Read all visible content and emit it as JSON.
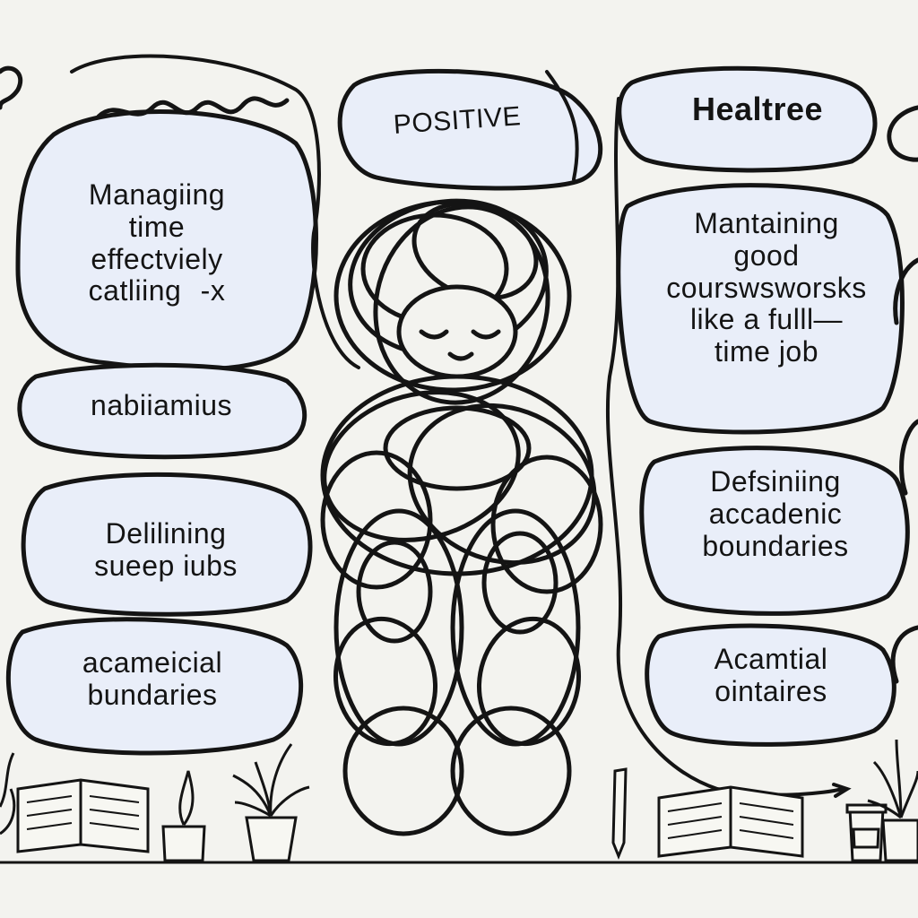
{
  "colors": {
    "background": "#f3f3ef",
    "bubble_fill": "#e9eef9",
    "ink": "#141414"
  },
  "bubbles": {
    "positive": {
      "text": "POSITIVE"
    },
    "healtree": {
      "text": "Healtree"
    },
    "managing": {
      "lines": [
        "Managiing",
        "time",
        "effectviely",
        "catliing"
      ],
      "scribble": "-x"
    },
    "nabiiamius": {
      "text": "nabiiamius"
    },
    "delilining": {
      "lines": [
        "Delilining",
        "sueep iubs"
      ]
    },
    "acameicial": {
      "lines": [
        "acameicial",
        "bundaries"
      ]
    },
    "mantaining": {
      "lines": [
        "Mantaining",
        "good",
        "courswsworsks",
        "like a fulll—",
        "time job"
      ]
    },
    "defsiniing": {
      "lines": [
        "Defsiniing",
        "accadenic",
        "boundaries"
      ]
    },
    "acamtial": {
      "lines": [
        "Acamtial",
        "ointaires"
      ]
    }
  },
  "figure": {
    "icon": "scribble-person-icon",
    "expression": "calm-closed-eyes"
  },
  "decor": {
    "icons": [
      "open-book-icon",
      "candle-icon",
      "potted-plant-icon",
      "pen-icon",
      "coffee-cup-icon"
    ]
  }
}
